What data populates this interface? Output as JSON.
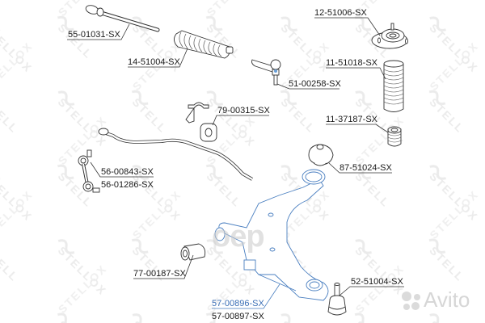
{
  "diagram": {
    "type": "exploded-parts-diagram",
    "subject": "Front suspension / steering parts",
    "highlight_color": "#3b6fb6",
    "line_color": "#1a1a1a",
    "watermark": {
      "brand": "STELLOX",
      "marketplace": "Avito",
      "overlay_text": "оер"
    }
  },
  "parts": [
    {
      "id": "inner-tie-rod",
      "part_number": "55-01031-SX"
    },
    {
      "id": "steering-boot",
      "part_number": "14-51004-SX"
    },
    {
      "id": "tie-rod-end",
      "part_number": "51-00258-SX"
    },
    {
      "id": "strut-mount",
      "part_number": "12-51006-SX"
    },
    {
      "id": "strut-dust-boot",
      "part_number": "11-51018-SX"
    },
    {
      "id": "bump-stop",
      "part_number": "11-37187-SX"
    },
    {
      "id": "sway-bar-bushing",
      "part_number": "79-00315-SX"
    },
    {
      "id": "stabilizer-link-a",
      "part_number": "56-00843-SX"
    },
    {
      "id": "stabilizer-link-b",
      "part_number": "56-01286-SX"
    },
    {
      "id": "rear-arm-bushing",
      "part_number": "87-51024-SX"
    },
    {
      "id": "front-arm-bushing",
      "part_number": "77-00187-SX"
    },
    {
      "id": "control-arm-left",
      "part_number": "57-00896-SX",
      "highlighted": true
    },
    {
      "id": "control-arm-right",
      "part_number": "57-00897-SX"
    },
    {
      "id": "ball-joint",
      "part_number": "52-51004-SX"
    }
  ]
}
